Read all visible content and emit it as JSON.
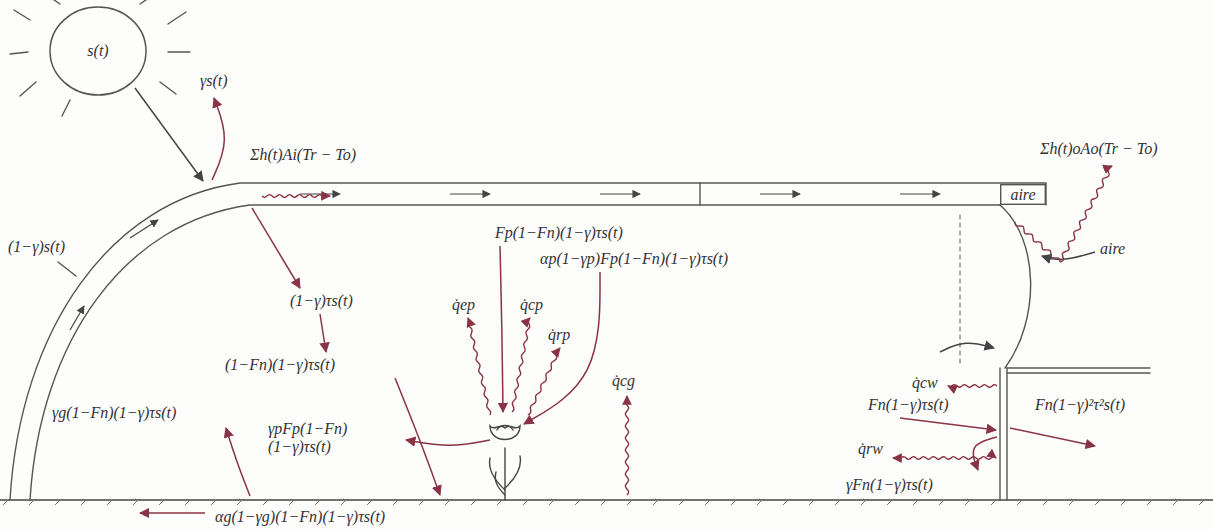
{
  "diagram": {
    "nodes": [
      {
        "text": [
          "s(t)"
        ]
      },
      {
        "text": [
          "aire"
        ]
      }
    ],
    "labels": [
      "γs(t)",
      "Σh(t)Ai(Tr − To)",
      "Σh(t)oAo(Tr − To)",
      "Fp(1−Fn)(1−γ)τs(t)",
      "(1−γ)s(t)",
      "aire",
      "αp(1−γp)Fp(1−Fn)(1−γ)τs(t)",
      "(1−γ)τs(t)",
      "q̇ep",
      "q̇cp",
      "q̇rp",
      "(1−Fn)(1−γ)τs(t)",
      "q̇cw",
      "Fn(1−γ)τs(t)",
      "Fn(1−γ)²τ²s(t)",
      "γg(1−Fn)(1−γ)τs(t)",
      "γpFp(1−Fn) (1−γ)τs(t)",
      "q̇rw",
      "q̇cg",
      "γFn(1−γ)τs(t)",
      "αg(1−γg)(1−Fn)(1−γ)τs(t)"
    ]
  }
}
